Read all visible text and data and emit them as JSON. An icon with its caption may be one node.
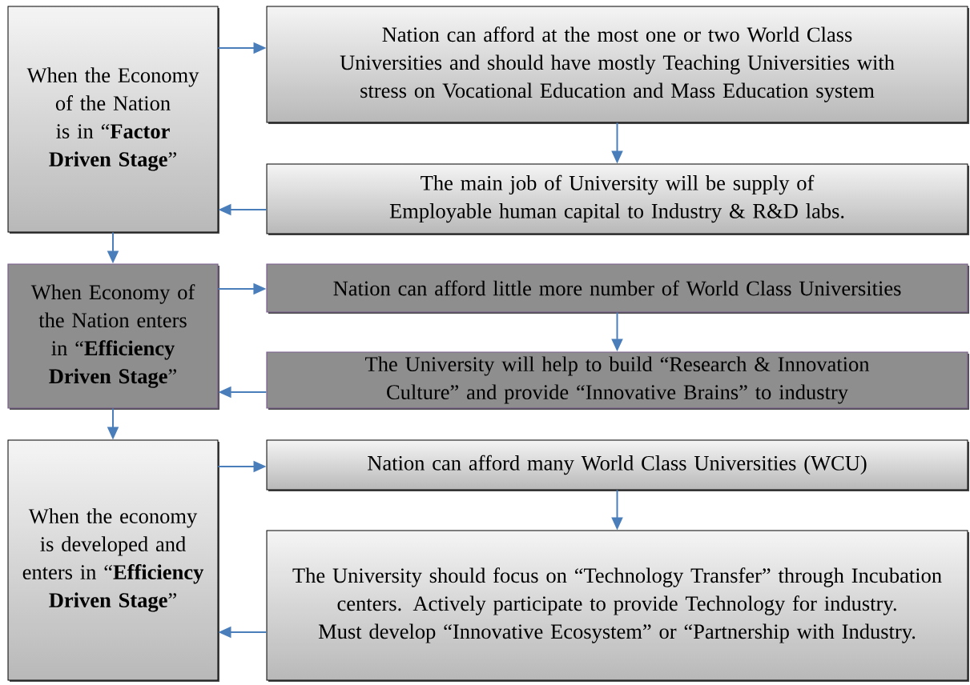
{
  "diagram": {
    "nodes": [
      {
        "text": [
          "When the Economy of the Nation is in “**Factor Driven Stage**”"
        ]
      },
      {
        "text": [
          "Nation can afford at the most one or two World Class Universities and should have mostly Teaching Universities with stress on Vocational Education and Mass Education system"
        ]
      },
      {
        "text": [
          "The main job of University will be supply of Employable human capital to Industry & R&D labs."
        ]
      },
      {
        "text": [
          "When Economy of the Nation enters in “**Efficiency Driven Stage**”"
        ]
      },
      {
        "text": [
          "Nation can afford little more number of World Class Universities"
        ]
      },
      {
        "text": [
          "The University will help to build “Research & Innovation Culture” and provide “Innovative Brains” to industry"
        ]
      },
      {
        "text": [
          "When the economy is developed and enters in “**Efficiency Driven Stage**”"
        ]
      },
      {
        "text": [
          "Nation can afford many World Class Universities (WCU)"
        ]
      },
      {
        "text": [
          "The University should focus on “Technology Transfer” through Incubation centers. Actively participate to provide Technology for industry. Must develop “Innovative Ecosystem” or “Partnership with Industry."
        ]
      }
    ],
    "edges": [
      {
        "from": 0,
        "to": 1,
        "arrow": "to"
      },
      {
        "from": 1,
        "to": 2,
        "arrow": "to"
      },
      {
        "from": 2,
        "to": 0,
        "arrow": "to"
      },
      {
        "from": 0,
        "to": 3,
        "arrow": "to"
      },
      {
        "from": 3,
        "to": 4,
        "arrow": "to"
      },
      {
        "from": 4,
        "to": 5,
        "arrow": "to"
      },
      {
        "from": 5,
        "to": 3,
        "arrow": "to"
      },
      {
        "from": 3,
        "to": 6,
        "arrow": "to"
      },
      {
        "from": 6,
        "to": 7,
        "arrow": "to"
      },
      {
        "from": 7,
        "to": 8,
        "arrow": "to"
      },
      {
        "from": 8,
        "to": 6,
        "arrow": "to"
      }
    ]
  }
}
